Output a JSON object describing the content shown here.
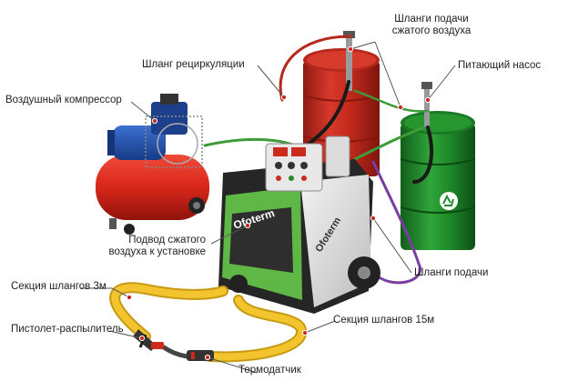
{
  "labels": {
    "compressor": "Воздушный компрессор",
    "recirc_hose": "Шланг рециркуляции",
    "air_hoses_line1": "Шланги подачи",
    "air_hoses_line2": "сжатого воздуха",
    "feed_pump": "Питающий насос",
    "air_supply_line1": "Подвод сжатого",
    "air_supply_line2": "воздуха к установке",
    "feed_hoses": "Шланги подачи",
    "hose_3m": "Секция шлангов 3м",
    "spray_gun": "Пистолет-распылитель",
    "hose_15m": "Секция шлангов 15м",
    "thermo_sensor": "Термодатчик"
  },
  "brand": "Ofoterm",
  "colors": {
    "red_barrel": "#c8281c",
    "green_barrel": "#1f8f2c",
    "compressor_tank": "#e2281e",
    "motor_blue": "#1f4fa8",
    "unit_green": "#4caf38",
    "unit_gray": "#e6e6e6",
    "hose_yellow": "#f3c42d",
    "leader_line": "#555555",
    "dot": "#c8281c"
  }
}
